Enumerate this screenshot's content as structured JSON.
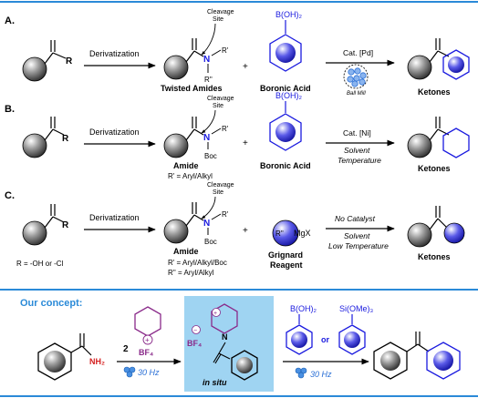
{
  "colors": {
    "frame": "#2a8ad8",
    "amide_n": "#1a1adf",
    "boron": "#1a1adf",
    "nh2": "#d42020",
    "pyrylium": "#8a2a8a",
    "insitu_bg": "#9fd4f2",
    "ball_mill": "#2a6fd6"
  },
  "panel_a": {
    "letter": "A.",
    "start_r": "R",
    "step_label": "Derivatization",
    "site_label": [
      "Cleavage",
      "Site"
    ],
    "r1": "R'",
    "r2": "R''",
    "n": "N",
    "amide_name": "Twisted Amides",
    "plus": "+",
    "boron_formula": "B(OH)₂",
    "boron_name": "Boronic Acid",
    "catalyst": "Cat. [Pd]",
    "mill_label": "Ball Mill",
    "product_name": "Ketones"
  },
  "panel_b": {
    "letter": "B.",
    "start_r": "R",
    "step_label": "Derivatization",
    "site_label": [
      "Cleavage",
      "Site"
    ],
    "r1": "R'",
    "n": "N",
    "boc": "Boc",
    "amide_name": "Amide",
    "r_note": "R' = Aryl/Alkyl",
    "plus": "+",
    "boron_formula": "B(OH)₂",
    "boron_name": "Boronic Acid",
    "catalyst": "Cat. [Ni]",
    "conditions": [
      "Solvent",
      "Temperature"
    ],
    "product_name": "Ketones"
  },
  "panel_c": {
    "letter": "C.",
    "start_r": "R",
    "r_note_start": "R = -OH or -Cl",
    "step_label": "Derivatization",
    "site_label": [
      "Cleavage",
      "Site"
    ],
    "r1": "R'",
    "n": "N",
    "boc": "Boc",
    "amide_name": "Amide",
    "r_notes": [
      "R' = Aryl/Alkyl/Boc",
      "R'' = Aryl/Alkyl"
    ],
    "plus": "+",
    "grignard_r": "R''",
    "grignard_mgx": "MgX",
    "grignard_name": [
      "Grignard",
      "Reagent"
    ],
    "top_condition": "No Catalyst",
    "conditions": [
      "Solvent",
      "Low Temperature"
    ],
    "product_name": "Ketones"
  },
  "concept": {
    "title": "Our concept:",
    "nh2": "NH₂",
    "equiv": "2",
    "plus_charge": "+",
    "bf4": "BF₄",
    "minus_charge": "−",
    "freq1": "30 Hz",
    "in_situ": "in situ",
    "n": "N",
    "boron_formula": "B(OH)₂",
    "or": "or",
    "silane_formula": "Si(OMe)₃",
    "freq2": "30 Hz"
  }
}
